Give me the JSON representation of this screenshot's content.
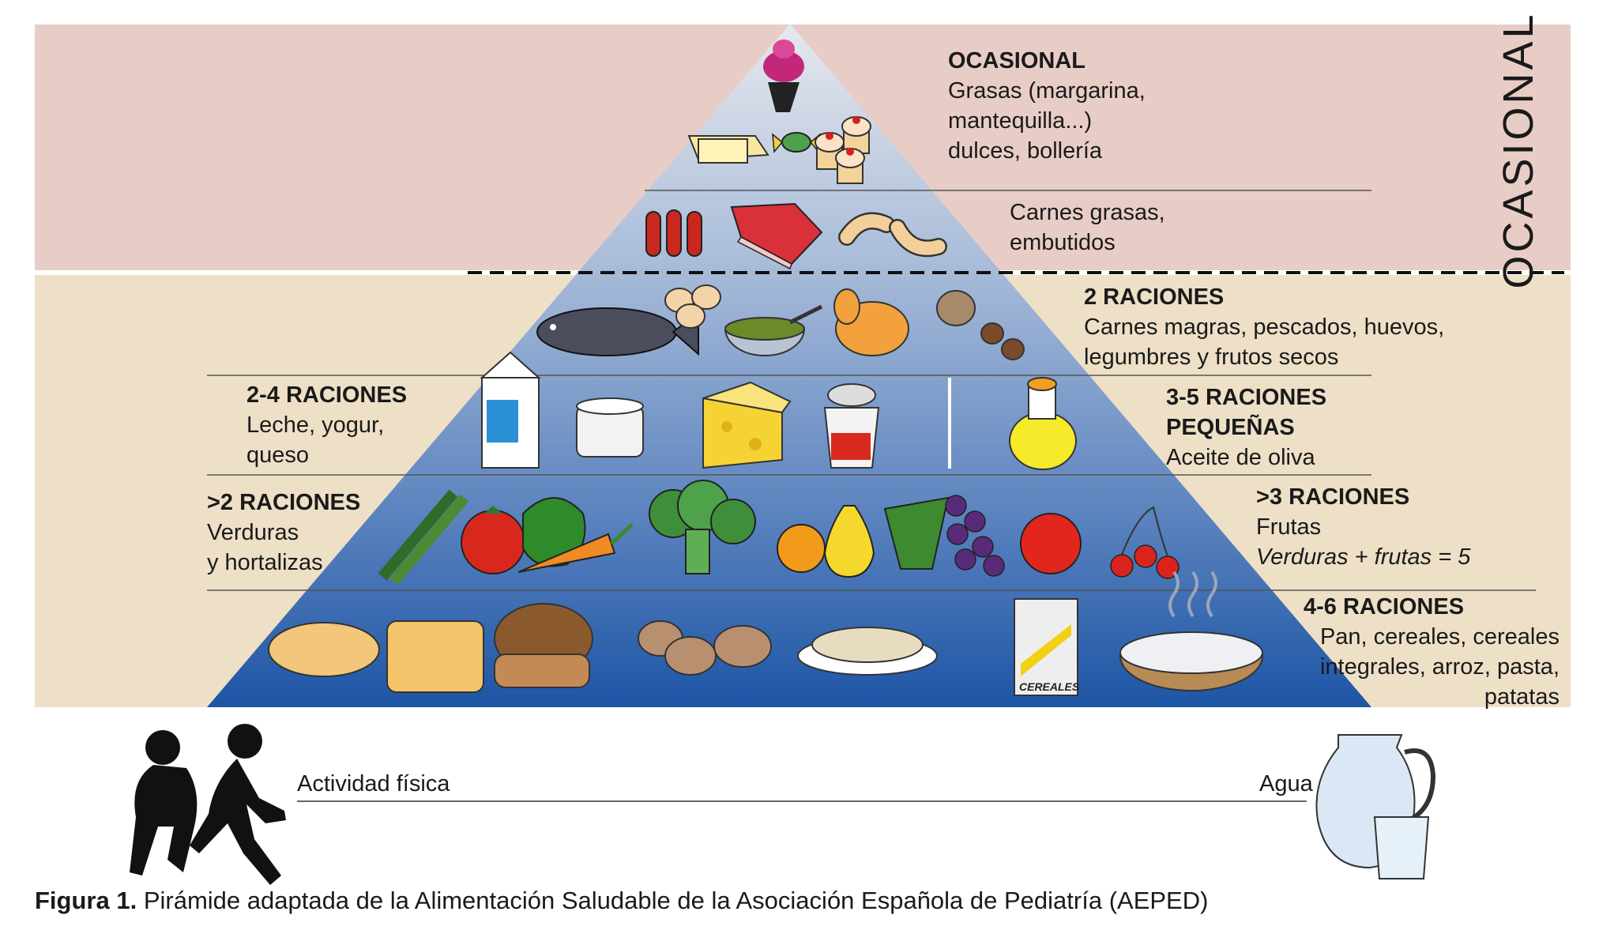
{
  "zones": {
    "occasional_bg": "#e8cdc6",
    "daily_bg": "#ede0c7",
    "pyramid_top": "#d8dde6",
    "pyramid_bottom": "#1e5aa8"
  },
  "occasional_band": {
    "label": "OCASIONAL"
  },
  "tiers": [
    {
      "title": "OCASIONAL",
      "desc": "Grasas (margarina,\nmantequilla...)\ndulces, bollería",
      "foods": [
        "ice-cream-cone-icon",
        "butter-icon",
        "candy-icon",
        "cupcakes-icon"
      ]
    },
    {
      "title": "",
      "desc": "Carnes grasas,\nembutidos",
      "foods": [
        "sausages-icon",
        "steak-icon",
        "chorizo-icon"
      ]
    },
    {
      "title": "2 RACIONES",
      "desc": "Carnes magras, pescados, huevos,\nlegumbres y frutos secos",
      "foods": [
        "fish-icon",
        "eggs-icon",
        "legumes-bowl-icon",
        "chicken-icon",
        "nuts-icon"
      ]
    },
    {
      "title": "2-4 RACIONES",
      "desc": "Leche, yogur,\nqueso",
      "foods": [
        "milk-carton-icon",
        "cheese-mold-icon",
        "cheese-wedge-icon",
        "yogurt-icon"
      ]
    },
    {
      "title": "3-5 RACIONES\nPEQUEÑAS",
      "desc": "Aceite de oliva",
      "foods": [
        "olive-oil-icon"
      ]
    },
    {
      "title": ">2 RACIONES",
      "desc": "Verduras\ny hortalizas",
      "foods": [
        "asparagus-icon",
        "tomato-icon",
        "pepper-icon",
        "carrot-icon",
        "broccoli-icon"
      ]
    },
    {
      "title": ">3 RACIONES",
      "desc": "Frutas",
      "note": "Verduras + frutas = 5",
      "foods": [
        "orange-icon",
        "pear-icon",
        "grapes-icon",
        "apple-icon",
        "cherries-icon"
      ]
    },
    {
      "title": "4-6 RACIONES",
      "desc": "Pan, cereales, cereales\nintegrales, arroz, pasta,\npatatas",
      "foods": [
        "bread-loaf-icon",
        "bread-icon",
        "brown-bread-icon",
        "potatoes-icon",
        "spaghetti-icon",
        "cereal-box-icon",
        "rice-bowl-icon"
      ]
    }
  ],
  "cereal_box_text": "CEREALES",
  "footer": {
    "activity": "Actividad física",
    "water": "Agua"
  },
  "caption": {
    "label": "Figura 1.",
    "text": " Pirámide adaptada de la Alimentación Saludable de la Asociación Española de Pediatría (AEPED)"
  }
}
